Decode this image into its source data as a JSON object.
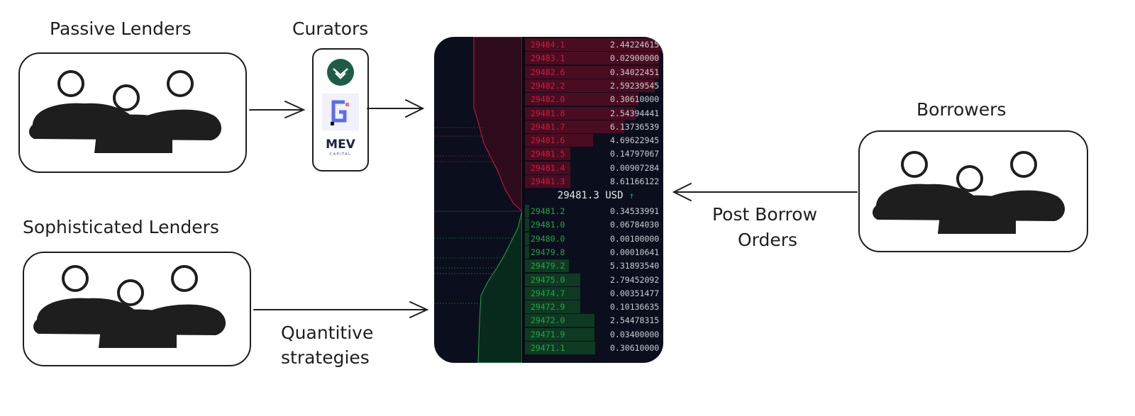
{
  "labels": {
    "passive": "Passive Lenders",
    "curators": "Curators",
    "sophisticated": "Sophisticated Lenders",
    "borrowers": "Borrowers",
    "post_orders_1": "Post Borrow",
    "post_orders_2": "Orders",
    "quant_1": "Quantitive",
    "quant_2": "strategies"
  },
  "curators": {
    "mev_logo": "MEV",
    "mev_sub": "CAPITAL"
  },
  "orderbook": {
    "mid_price": "29481.3 USD",
    "mid_arrow": "↑",
    "asks": [
      {
        "price": "29484.1",
        "qty": "2.44224615",
        "depth": 1.0
      },
      {
        "price": "29483.1",
        "qty": "0.02900000",
        "depth": 0.97
      },
      {
        "price": "29482.6",
        "qty": "0.34022451",
        "depth": 0.97
      },
      {
        "price": "29482.2",
        "qty": "2.59239545",
        "depth": 0.94
      },
      {
        "price": "29482.0",
        "qty": "0.30610000",
        "depth": 0.82
      },
      {
        "price": "29481.8",
        "qty": "2.54394441",
        "depth": 0.8
      },
      {
        "price": "29481.7",
        "qty": "6.13736539",
        "depth": 0.72
      },
      {
        "price": "29481.6",
        "qty": "4.69622945",
        "depth": 0.49
      },
      {
        "price": "29481.5",
        "qty": "0.14797067",
        "depth": 0.33
      },
      {
        "price": "29481.4",
        "qty": "0.00907284",
        "depth": 0.33
      },
      {
        "price": "29481.3",
        "qty": "8.61166122",
        "depth": 0.33
      }
    ],
    "bids": [
      {
        "price": "29481.2",
        "qty": "0.34533991",
        "depth": 0.03
      },
      {
        "price": "29481.0",
        "qty": "0.06784030",
        "depth": 0.03
      },
      {
        "price": "29480.0",
        "qty": "0.00100000",
        "depth": 0.03
      },
      {
        "price": "29479.8",
        "qty": "0.00010641",
        "depth": 0.03
      },
      {
        "price": "29479.2",
        "qty": "5.31893540",
        "depth": 0.32
      },
      {
        "price": "29475.0",
        "qty": "2.79452092",
        "depth": 0.4
      },
      {
        "price": "29474.7",
        "qty": "0.00351477",
        "depth": 0.4
      },
      {
        "price": "29472.9",
        "qty": "0.10136635",
        "depth": 0.4
      },
      {
        "price": "29472.0",
        "qty": "2.54478315",
        "depth": 0.5
      },
      {
        "price": "29471.9",
        "qty": "0.03400000",
        "depth": 0.5
      },
      {
        "price": "29471.1",
        "qty": "0.30610000",
        "depth": 0.51
      }
    ]
  }
}
